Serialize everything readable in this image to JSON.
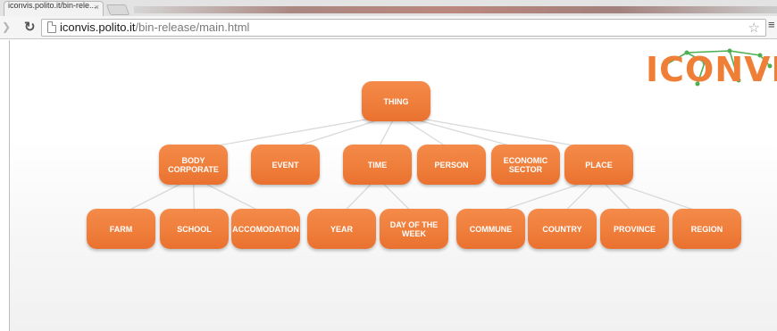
{
  "browser": {
    "tab_title": "iconvis.polito.it/bin-rele...",
    "tab_close": "×",
    "url_host": "iconvis.polito.it",
    "url_path": "/bin-release/main.html",
    "icons": {
      "reload": "reload-icon",
      "bookmark": "star-icon",
      "menu": "hamburger-menu-icon",
      "page": "page-icon"
    }
  },
  "logo": {
    "text": "ICONVIS"
  },
  "colors": {
    "node": "#ef7d3a",
    "node_text": "#ffffff",
    "edge": "#d9d9d9",
    "logo": "#ef7f37",
    "logo_network": "#4caf50"
  },
  "tree": {
    "root": {
      "label": "THING"
    },
    "level1": [
      {
        "label": "BODY CORPORATE"
      },
      {
        "label": "EVENT"
      },
      {
        "label": "TIME"
      },
      {
        "label": "PERSON"
      },
      {
        "label": "ECONOMIC SECTOR"
      },
      {
        "label": "PLACE"
      }
    ],
    "level2": [
      {
        "label": "FARM",
        "parent": "BODY CORPORATE"
      },
      {
        "label": "SCHOOL",
        "parent": "BODY CORPORATE"
      },
      {
        "label": "ACCOMODATION",
        "parent": "BODY CORPORATE"
      },
      {
        "label": "YEAR",
        "parent": "TIME"
      },
      {
        "label": "DAY OF THE WEEK",
        "parent": "TIME"
      },
      {
        "label": "COMMUNE",
        "parent": "PLACE"
      },
      {
        "label": "COUNTRY",
        "parent": "PLACE"
      },
      {
        "label": "PROVINCE",
        "parent": "PLACE"
      },
      {
        "label": "REGION",
        "parent": "PLACE"
      }
    ]
  }
}
